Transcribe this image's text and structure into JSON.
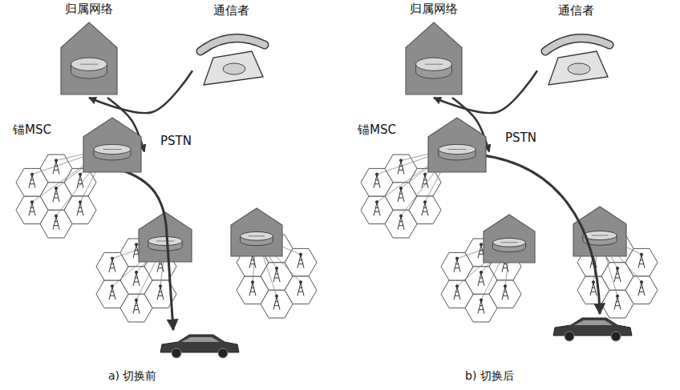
{
  "diagram": {
    "nodes": [
      {
        "text": [
          "归属网络"
        ]
      },
      {
        "text": [
          "通信者"
        ]
      },
      {
        "text": [
          "锚MSC"
        ]
      },
      {
        "text": [
          "归属网络"
        ]
      },
      {
        "text": [
          "通信者"
        ]
      },
      {
        "text": [
          "锚MSC"
        ]
      }
    ],
    "edges": [
      {
        "from": 1,
        "to": 0,
        "arrow": "to"
      },
      {
        "from": 0,
        "to": 2,
        "arrow": "to"
      },
      {
        "from": 4,
        "to": 3,
        "arrow": "to"
      },
      {
        "from": 3,
        "to": 5,
        "arrow": "to"
      }
    ],
    "labels": [
      "PSTN",
      "PSTN",
      "a) 切换前",
      "b) 切换后"
    ]
  }
}
